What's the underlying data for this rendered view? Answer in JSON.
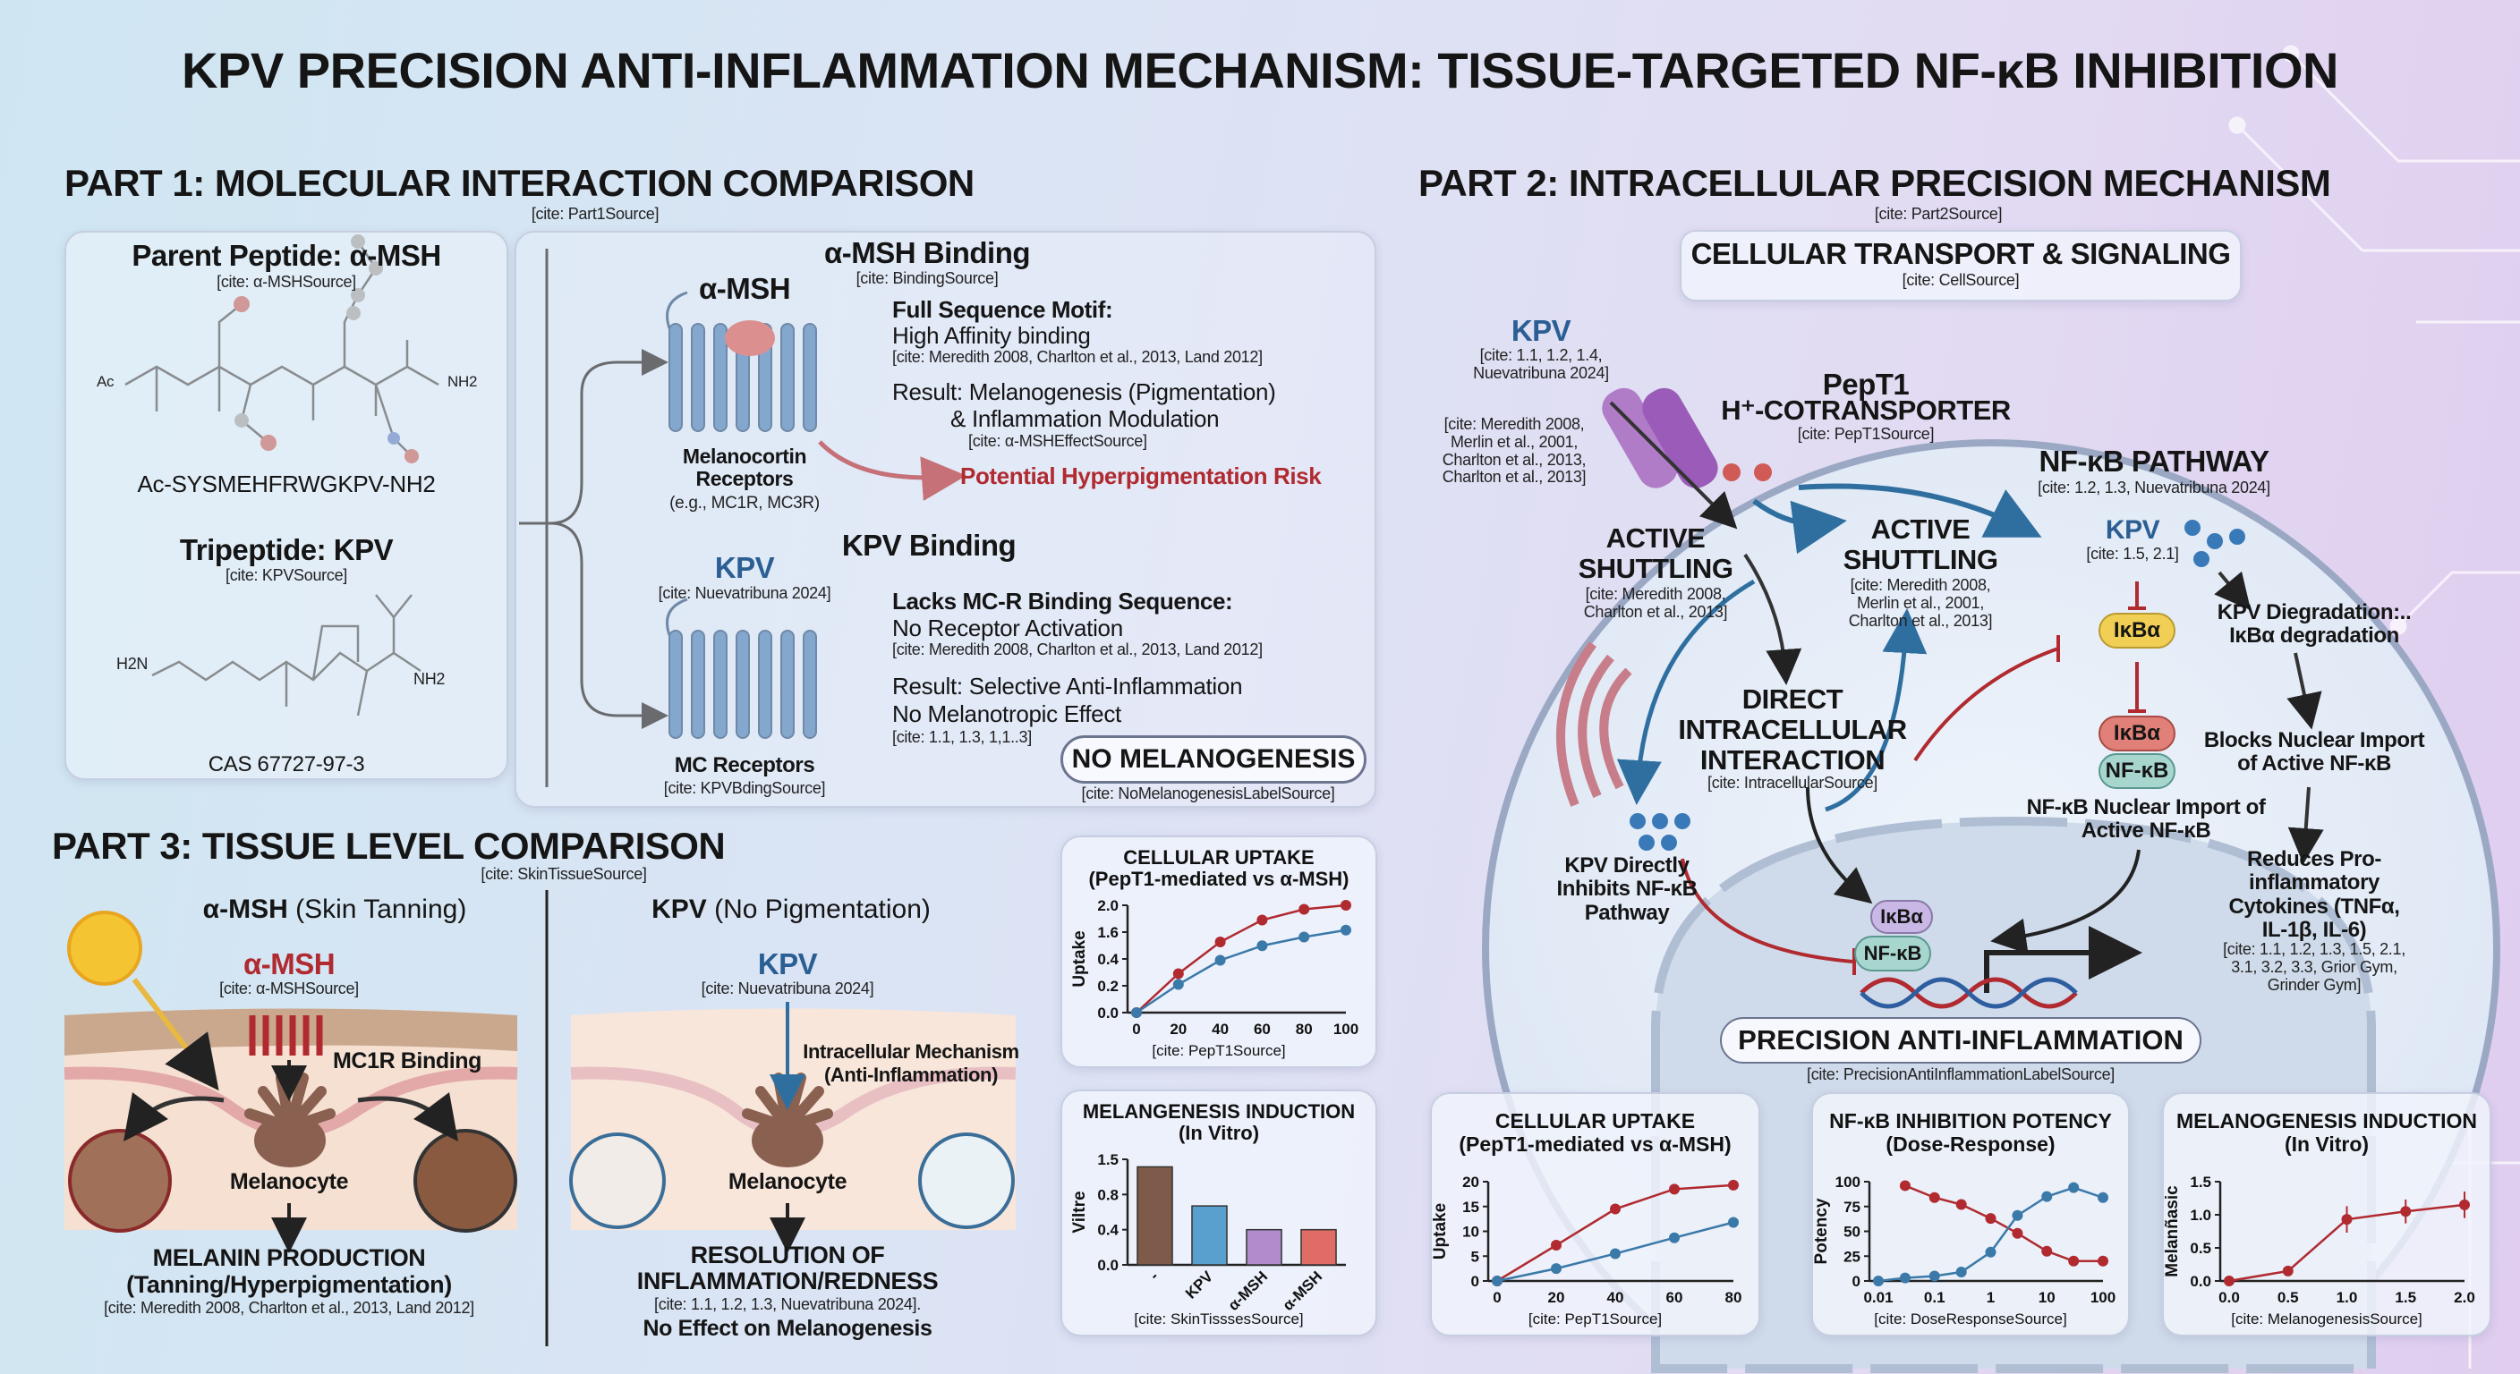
{
  "title": "KPV PRECISION ANTI-INFLAMMATION MECHANISM: TISSUE-TARGETED NF-κB INHIBITION",
  "colors": {
    "red": "#b02a30",
    "blue": "#2b5f93",
    "receptor": "#4a7fb5",
    "ikba_yellow": "#f1cf55",
    "ikba_red": "#e08078",
    "nfkb_teal": "#a7d6cf",
    "ikba_purple": "#c9b8e6",
    "skin": "#f3d9cf"
  },
  "part1": {
    "heading": "PART 1: MOLECULAR INTERACTION COMPARISON",
    "cite": "[cite: Part1Source]",
    "parent": {
      "title": "Parent Peptide: α-MSH",
      "cite": "[cite: α-MSHSource]",
      "sequence": "Ac-SYSMEHFRWGKPV-NH2",
      "atoms": {
        "ac": "Ac",
        "nh2": "NH2"
      }
    },
    "tripeptide": {
      "title": "Tripeptide: KPV",
      "cite": "[cite: KPVSource]",
      "cas": "CAS 67727-97-3",
      "atoms": {
        "h2n": "H2N",
        "nh2": "NH2"
      }
    },
    "amsh_binding": {
      "label": "α-MSH",
      "receptor_label": "Melanocortin Receptors",
      "receptor_sub": "(e.g., MC1R, MC3R)",
      "title": "α-MSH Binding",
      "cite": "[cite: BindingSource]",
      "motif_head": "Full Sequence Motif:",
      "motif_text": "High Affinity binding",
      "motif_cite": "[cite: Meredith 2008, Charlton et al., 2013, Land 2012]",
      "result1": "Result: Melanogenesis (Pigmentation)",
      "result2": "& Inflammation Modulation",
      "result_cite": "[cite: α-MSHEffectSource]",
      "risk": "Potential Hyperpigmentation Risk"
    },
    "kpv_binding": {
      "label": "KPV",
      "label_cite": "[cite: Nuevatribuna 2024]",
      "title": "KPV Binding",
      "receptor_label": "MC Receptors",
      "receptor_cite": "[cite: KPVBdingSource]",
      "lacks_head": "Lacks MC-R Binding Sequence:",
      "lacks_text": "No Receptor Activation",
      "lacks_cite": "[cite: Meredith 2008, Charlton et al., 2013, Land 2012]",
      "result1": "Result: Selective Anti-Inflammation",
      "result2": "No Melanotropic Effect",
      "result_cite": "[cite: 1.1, 1.3, 1,1..3]",
      "badge": "NO MELANOGENESIS",
      "badge_cite": "[cite: NoMelanogenesisLabelSource]"
    }
  },
  "part2": {
    "heading": "PART 2: INTRACELLULAR PRECISION MECHANISM",
    "cite": "[cite: Part2Source]",
    "panel_title": "CELLULAR TRANSPORT & SIGNALING",
    "panel_cite": "[cite: CellSource]",
    "kpv": "KPV",
    "kpv_cite": "[cite: 1.1, 1.2, 1.4, Nuevatribuna 2024]",
    "left_cite": "[cite: Meredith 2008, Merlin et al., 2001, Charlton et al., 2013, Charlton et al., 2013]",
    "pept1": "PepT1",
    "pept1_sub": "H⁺-COTRANSPORTER",
    "pept1_cite": "[cite: PepT1Source]",
    "shuttle1": "ACTIVE SHUTTLING",
    "shuttle1_cite": "[cite: Meredith 2008, Charlton et al., 2013]",
    "shuttle2": "ACTIVE SHUTTLING",
    "shuttle2_cite": "[cite: Meredith 2008, Merlin et al., 2001, Charlton et al., 2013]",
    "nfkb_pathway": "NF-κB PATHWAY",
    "nfkb_pathway_cite": "[cite: 1.2, 1.3, Nuevatribuna 2024]",
    "kpv2": "KPV",
    "kpv2_cite": "[cite: 1.5, 2.1]",
    "ikba": "IκBα",
    "nfkb": "NF-κB",
    "degradation": "KPV Diegradation:.. IκBα degradation",
    "direct": "DIRECT INTRACELLULAR INTERACTION",
    "direct_cite": "[cite: IntracellularSource]",
    "blocks": "Blocks Nuclear Import of Active NF-κB",
    "nuclear_import": "NF-κB Nuclear Import of Active NF-κB",
    "kpv_inhibits": "KPV Directly Inhibits NF-κB Pathway",
    "reduces": "Reduces Pro-inflammatory Cytokines (TNFα, IL-1β, IL-6)",
    "reduces_cite": "[cite: 1.1, 1.2, 1.3, 1.5, 2.1, 3.1, 3.2, 3.3, Grior Gym, Grinder Gym]",
    "precision": "PRECISION ANTI-INFLAMMATION",
    "precision_cite": "[cite: PrecisionAntiInflammationLabelSource]"
  },
  "part3": {
    "heading": "PART 3: TISSUE LEVEL COMPARISON",
    "cite": "[cite: SkinTissueSource]",
    "left": {
      "title_bold": "α-MSH",
      "title_rest": "(Skin Tanning)",
      "agent": "α-MSH",
      "agent_cite": "[cite: α-MSHSource]",
      "binding": "MC1R Binding",
      "cell": "Melanocyte",
      "outcome1": "MELANIN PRODUCTION",
      "outcome2": "(Tanning/Hyperpigmentation)",
      "outcome_cite": "[cite: Meredith 2008, Charlton et al., 2013, Land 2012]"
    },
    "right": {
      "title_bold": "KPV",
      "title_rest": "(No Pigmentation)",
      "agent": "KPV",
      "agent_cite": "[cite: Nuevatribuna 2024]",
      "mechanism1": "Intracellular Mechanism",
      "mechanism2": "(Anti-Inflammation)",
      "cell": "Melanocyte",
      "outcome1": "RESOLUTION OF",
      "outcome2": "INFLAMMATION/REDNESS",
      "outcome_cite": "[cite: 1.1, 1.2, 1.3, Nuevatribuna 2024].",
      "outcome3": "No Effect on Melanogenesis"
    }
  },
  "chart_data": [
    {
      "id": "uptake_small",
      "type": "line",
      "title": "CELLULAR UPTAKE",
      "subtitle": "(PepT1-mediated vs α-MSH)",
      "ylabel": "Uptake",
      "caption": "[cite: PepT1Source]",
      "xticks": [
        0,
        20,
        40,
        60,
        80,
        100
      ],
      "yticks": [
        0.0,
        0.2,
        0.4,
        1.6,
        2.0
      ],
      "ytick_labels": [
        "0.0",
        "0.2",
        "0.4",
        "1.6",
        "2.0"
      ],
      "x": [
        0,
        20,
        40,
        60,
        80,
        100
      ],
      "series": [
        {
          "color": "#b02a30",
          "values": [
            0,
            0.29,
            1.16,
            1.78,
            1.94,
            2.0
          ]
        },
        {
          "color": "#3a79a8",
          "values": [
            0,
            0.21,
            0.39,
            0.99,
            1.38,
            1.63
          ]
        }
      ]
    },
    {
      "id": "melano_bar",
      "type": "bar",
      "title": "MELANGENESIS INDUCTION",
      "subtitle": "(In Vitro)",
      "ylabel": "Viltre",
      "caption": "[cite: SkinTisssesSource]",
      "yticks": [
        0.0,
        0.4,
        0.8,
        1.5
      ],
      "ytick_labels": [
        "0.0",
        "0.4",
        "0.8",
        "1.5"
      ],
      "categories": [
        "-",
        "KPV",
        "α-MSH",
        "α-MSH"
      ],
      "values": [
        1.35,
        0.67,
        0.4,
        0.4
      ],
      "bar_colors": [
        "#7e5a4b",
        "#5aa0cf",
        "#b08ccc",
        "#e06c66"
      ]
    },
    {
      "id": "uptake_big",
      "type": "line",
      "title": "CELLULAR UPTAKE",
      "subtitle": "(PepT1-mediated vs α-MSH)",
      "ylabel": "Uptake",
      "caption": "[cite: PepT1Source]",
      "xticks": [
        0,
        20,
        40,
        60,
        80
      ],
      "yticks": [
        0,
        5,
        10,
        15,
        20
      ],
      "ytick_labels": [
        "0",
        "5",
        "10",
        "15",
        "20"
      ],
      "x": [
        0,
        20,
        40,
        60,
        80
      ],
      "series": [
        {
          "color": "#b02a30",
          "values": [
            0,
            7.2,
            14.5,
            18.5,
            19.3
          ]
        },
        {
          "color": "#3a79a8",
          "values": [
            0,
            2.5,
            5.5,
            8.7,
            11.8
          ]
        }
      ]
    },
    {
      "id": "potency",
      "type": "line",
      "title": "NF-κB INHIBITION POTENCY",
      "subtitle": "(Dose-Response)",
      "ylabel": "Potency",
      "caption": "[cite: DoseResponseSource]",
      "xscale": "log",
      "xticks": [
        0.01,
        0.1,
        1,
        10,
        100
      ],
      "xtick_labels": [
        "0.01",
        "0.1",
        "1",
        "10",
        "100"
      ],
      "yticks": [
        0,
        25,
        50,
        75,
        100
      ],
      "ytick_labels": [
        "0",
        "25",
        "50",
        "75",
        "100"
      ],
      "series": [
        {
          "color": "#b02a30",
          "x": [
            0.03,
            0.1,
            0.3,
            1,
            3,
            10,
            30,
            100
          ],
          "values": [
            96,
            84,
            77,
            63,
            48,
            30,
            20,
            20
          ]
        },
        {
          "color": "#3a79a8",
          "x": [
            0.01,
            0.03,
            0.1,
            0.3,
            1,
            3,
            10,
            30,
            100
          ],
          "values": [
            0,
            3,
            5,
            9,
            29,
            66,
            85,
            94,
            84
          ]
        }
      ]
    },
    {
      "id": "melano_line",
      "type": "line",
      "title": "MELANOGENESIS INDUCTION",
      "subtitle": "(In Vitro)",
      "ylabel": "Melanñasic",
      "caption": "[cite: MelanogenesisSource]",
      "xticks": [
        0,
        0.5,
        1,
        1.5,
        2
      ],
      "xtick_labels": [
        "0.0",
        "0.5",
        "1.0",
        "1.5",
        "2.0"
      ],
      "yticks": [
        0,
        0.5,
        1,
        1.5
      ],
      "ytick_labels": [
        "0.0",
        "0.5",
        "1.0",
        "1.5"
      ],
      "x": [
        0,
        0.5,
        1,
        1.5,
        2
      ],
      "series": [
        {
          "color": "#b02a30",
          "values": [
            0,
            0.15,
            0.93,
            1.05,
            1.15
          ],
          "errors": [
            0,
            0,
            0.2,
            0.18,
            0.2
          ]
        }
      ]
    }
  ]
}
